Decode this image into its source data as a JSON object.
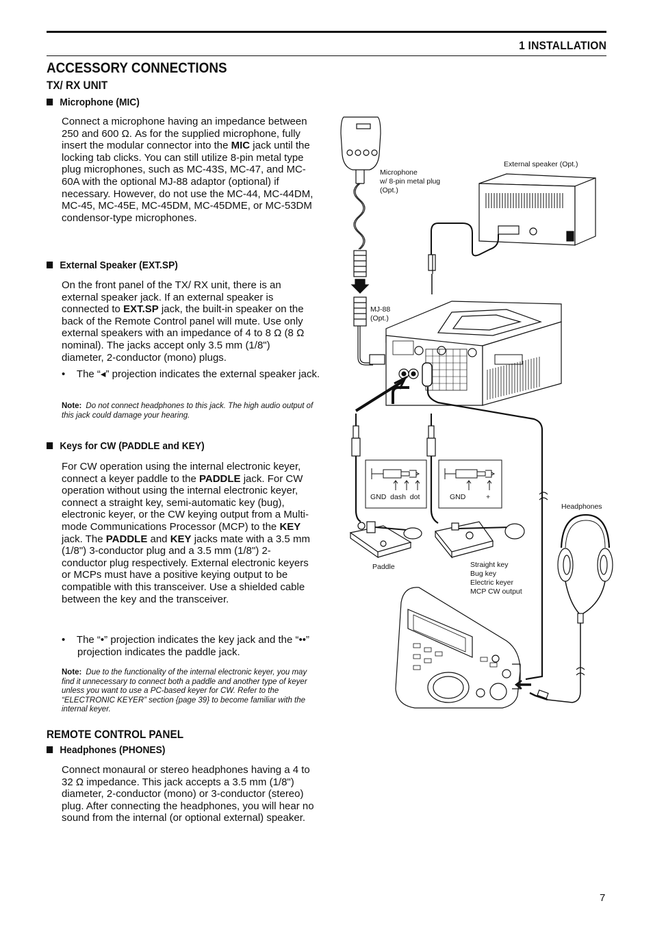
{
  "chapter": "1  INSTALLATION",
  "title": "ACCESSORY CONNECTIONS",
  "txrx_heading": "TX/ RX UNIT",
  "mic": {
    "heading": "Microphone (MIC)",
    "p1": "Connect a microphone having an impedance between 250 and 600 Ω.  As for the supplied microphone, fully insert the modular connector into the ",
    "bold1": "MIC",
    "p2": " jack until the locking tab clicks.  You can still utilize 8-pin metal type plug microphones, such as MC-43S, MC-47, and MC-60A with the optional MJ-88 adaptor (optional) if necessary. However, do not use the MC-44, MC-44DM, MC-45, MC-45E, MC-45DM, MC-45DME, or MC-53DM condensor-type microphones."
  },
  "extsp": {
    "heading": "External Speaker (EXT.SP)",
    "p1": "On the front panel of the TX/ RX unit, there is an external speaker jack.  If an external speaker is connected to ",
    "bold1": "EXT.SP",
    "p2": " jack, the built-in speaker on the back of the Remote Control panel will mute. Use only external speakers with an impedance of 4 to 8 Ω (8 Ω nominal).  The jacks accept only 3.5 mm (1/8\") diameter, 2-conductor (mono) plugs.",
    "bullet": "•\tThe “◂” projection indicates the external speaker jack.",
    "note_label": "Note:",
    "note": "Do not connect headphones to this jack.  The high audio output of this jack could damage your hearing."
  },
  "keys": {
    "heading": "Keys for CW (PADDLE and KEY)",
    "p1": "For CW operation using the internal electronic keyer, connect a keyer paddle to the ",
    "bold1": "PADDLE",
    "p2": " jack.  For CW operation without using the internal electronic keyer, connect a straight key, semi-automatic key (bug), electronic keyer, or the CW keying output from a Multi-mode Communications Processor (MCP) to the ",
    "bold2": "KEY",
    "p3": " jack.  The ",
    "bold3": "PADDLE",
    "p4": " and ",
    "bold4": "KEY",
    "p5": " jacks mate with a 3.5 mm (1/8\") 3-conductor plug and a 3.5 mm (1/8\") 2-conductor plug respectively.  External electronic keyers or MCPs must have a positive keying output to be compatible with this transceiver.  Use a shielded cable between the key and the transceiver.",
    "bullet": "•\tThe “•” projection indicates the key jack and the “••” projection indicates the paddle jack.",
    "note_label": "Note:",
    "note": "Due to the functionality of the internal electronic keyer, you may find it unnecessary to connect both a paddle and another type of keyer unless you want to use a PC-based keyer for CW. Refer to the “ELECTRONIC KEYER” section {page 39} to become familiar with the internal keyer."
  },
  "rcp_heading": "REMOTE CONTROL PANEL",
  "phones": {
    "heading": "Headphones (PHONES)",
    "p1": "Connect monaural or stereo headphones having a 4 to 32 Ω impedance.  This jack accepts a 3.5 mm (1/8\") diameter, 2-conductor (mono) or 3-conductor (stereo) plug.  After connecting the headphones, you will hear no sound from the internal (or optional external) speaker."
  },
  "figure": {
    "mic_label": [
      "Microphone",
      "w/ 8-pin metal plug",
      "(Opt.)"
    ],
    "extsp_label": "External speaker (Opt.)",
    "mj88_label": [
      "MJ-88",
      "(Opt.)"
    ],
    "plug3_label": "GND  dash  dot",
    "plug2_label_gnd": "GND",
    "plug2_label_plus": "+",
    "paddle_label": "Paddle",
    "keys_label": [
      "Straight key",
      "Bug key",
      "Electric keyer",
      "MCP CW output"
    ],
    "headphones_label": "Headphones"
  },
  "page_number": "7"
}
